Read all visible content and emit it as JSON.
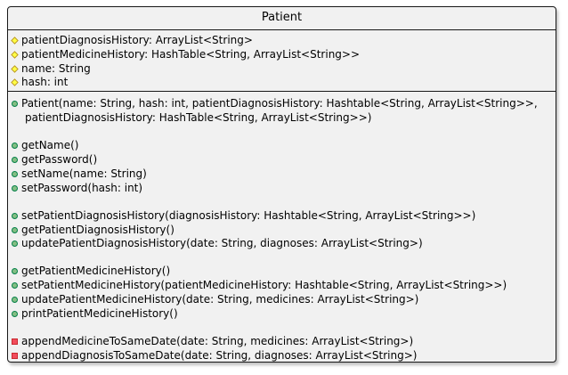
{
  "class": {
    "name": "Patient",
    "fields": [
      {
        "visibility": "protected",
        "text": "patientDiagnosisHistory: ArrayList<String>"
      },
      {
        "visibility": "protected",
        "text": "patientMedicineHistory:  HashTable<String, ArrayList<String>>"
      },
      {
        "visibility": "protected",
        "text": "name: String"
      },
      {
        "visibility": "protected",
        "text": "hash: int"
      }
    ],
    "constructor": {
      "visibility": "public",
      "line1": "Patient(name: String, hash: int, patientDiagnosisHistory: Hashtable<String, ArrayList<String>>,",
      "line2": "patientDiagnosisHistory: HashTable<String, ArrayList<String>>)"
    },
    "methods": [
      {
        "visibility": "public",
        "text": "getName()"
      },
      {
        "visibility": "public",
        "text": "getPassword()"
      },
      {
        "visibility": "public",
        "text": "setName(name: String)"
      },
      {
        "visibility": "public",
        "text": "setPassword(hash: int)"
      },
      {
        "visibility": "public",
        "text": "setPatientDiagnosisHistory(diagnosisHistory: Hashtable<String, ArrayList<String>>)"
      },
      {
        "visibility": "public",
        "text": "getPatientDiagnosisHistory()"
      },
      {
        "visibility": "public",
        "text": "updatePatientDiagnosisHistory(date: String, diagnoses: ArrayList<String>)"
      },
      {
        "visibility": "public",
        "text": "getPatientMedicineHistory()"
      },
      {
        "visibility": "public",
        "text": "setPatientMedicineHistory(patientMedicineHistory: Hashtable<String, ArrayList<String>>)"
      },
      {
        "visibility": "public",
        "text": "updatePatientMedicineHistory(date: String, medicines: ArrayList<String>)"
      },
      {
        "visibility": "public",
        "text": "printPatientMedicineHistory()"
      },
      {
        "visibility": "private",
        "text": "appendMedicineToSameDate(date: String, medicines: ArrayList<String>)"
      },
      {
        "visibility": "private",
        "text": "appendDiagnosisToSameDate(date: String, diagnoses: ArrayList<String>)"
      }
    ]
  }
}
